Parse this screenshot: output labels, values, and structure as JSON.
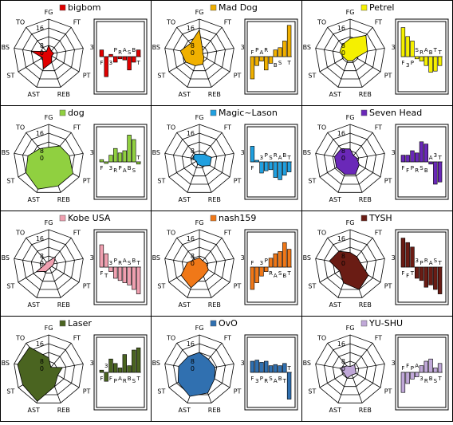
{
  "grid": {
    "columns": 3,
    "rows": 4
  },
  "axis_labels": [
    "FG",
    "FT",
    "3",
    "PT",
    "REB",
    "AST",
    "ST",
    "BS",
    "TO"
  ],
  "radar_ticks": [
    "16",
    "8",
    "0"
  ],
  "chart_data": [
    {
      "type": "radar+bar",
      "title": "bigbom",
      "color": "#e00000",
      "categories": [
        "F",
        "T",
        "3",
        "P",
        "R",
        "A",
        "S",
        "B",
        "T"
      ],
      "radar": [
        0.25,
        0.12,
        0.15,
        0.1,
        0.25,
        0.45,
        0.2,
        0.5,
        0.1
      ],
      "values": [
        0.3,
        -0.9,
        0.1,
        -0.25,
        -0.1,
        -0.15,
        -0.6,
        -0.25,
        0.3
      ],
      "bar_labels": [
        "F",
        "",
        "3",
        "P",
        "R",
        "A",
        "S",
        "B",
        "T"
      ]
    },
    {
      "type": "radar+bar",
      "title": "Mad Dog",
      "color": "#f0b000",
      "categories": [
        "F",
        "T",
        "3",
        "P",
        "R",
        "A",
        "S",
        "B",
        "T"
      ],
      "radar": [
        0.7,
        0.15,
        0.1,
        0.15,
        0.3,
        0.35,
        0.45,
        0.55,
        0.4
      ],
      "values": [
        -1.0,
        -0.4,
        -0.2,
        -0.6,
        -0.3,
        0.3,
        0.4,
        0.7,
        1.4
      ],
      "bar_labels": [
        "F",
        "P",
        "A",
        "R",
        "",
        "B",
        "S",
        "",
        "T"
      ]
    },
    {
      "type": "radar+bar",
      "title": "Petrel",
      "color": "#f5f000",
      "categories": [
        "F",
        "3",
        "P",
        "S",
        "R",
        "A",
        "B",
        "T",
        "T"
      ],
      "radar": [
        0.45,
        0.7,
        0.5,
        0.2,
        0.2,
        0.2,
        0.2,
        0.3,
        0.35
      ],
      "values": [
        1.3,
        0.9,
        0.7,
        -0.1,
        -0.2,
        -0.4,
        -0.7,
        -0.65,
        -0.4
      ],
      "bar_labels": [
        "F",
        "3",
        "P",
        "S",
        "R",
        "A",
        "B",
        "T",
        "T"
      ]
    },
    {
      "type": "radar+bar",
      "title": "dog",
      "color": "#90d040",
      "categories": [
        "F",
        "T",
        "3",
        "R",
        "P",
        "A",
        "B",
        "S",
        "T"
      ],
      "radar": [
        0.35,
        0.5,
        0.6,
        0.8,
        0.8,
        0.9,
        0.75,
        0.6,
        0.4
      ],
      "values": [
        0.1,
        -0.05,
        0.3,
        0.6,
        0.4,
        0.5,
        1.2,
        1.0,
        -0.1
      ],
      "bar_labels": [
        "F",
        "",
        "3",
        "R",
        "P",
        "A",
        "B",
        "S",
        "T"
      ]
    },
    {
      "type": "radar+bar",
      "title": "Magic~Lason",
      "color": "#20a0e0",
      "categories": [
        "F",
        "T",
        "3",
        "P",
        "S",
        "R",
        "A",
        "B",
        "T"
      ],
      "radar": [
        0.15,
        0.2,
        0.35,
        0.35,
        0.2,
        0.15,
        0.1,
        0.2,
        0.2
      ],
      "values": [
        0.7,
        0.0,
        -0.5,
        -0.4,
        -0.35,
        -0.7,
        -0.8,
        -0.6,
        -0.45
      ],
      "bar_labels": [
        "F",
        "",
        "3",
        "P",
        "S",
        "R",
        "A",
        "B",
        "T"
      ]
    },
    {
      "type": "radar+bar",
      "title": "Seven Head",
      "color": "#6a28b8",
      "categories": [
        "F",
        "F",
        "P",
        "R",
        "S",
        "B",
        "A",
        "3",
        "T"
      ],
      "radar": [
        0.3,
        0.15,
        0.2,
        0.3,
        0.45,
        0.45,
        0.45,
        0.45,
        0.4
      ],
      "values": [
        0.3,
        0.3,
        0.5,
        0.4,
        0.9,
        0.8,
        -0.1,
        -1.0,
        -0.9
      ],
      "bar_labels": [
        "F",
        "F",
        "P",
        "R",
        "S",
        "B",
        "A",
        "3",
        "T"
      ]
    },
    {
      "type": "radar+bar",
      "title": "Kobe USA",
      "color": "#f0a0b0",
      "categories": [
        "F",
        "T",
        "3",
        "P",
        "R",
        "A",
        "S",
        "B",
        "T"
      ],
      "radar": [
        0.1,
        0.3,
        0.15,
        0.1,
        0.1,
        0.2,
        0.4,
        0.1,
        0.1
      ],
      "values": [
        1.0,
        0.6,
        -0.2,
        -0.5,
        -0.6,
        -0.7,
        -0.8,
        -1.0,
        -1.2
      ],
      "bar_labels": [
        "F",
        "T",
        "3",
        "P",
        "R",
        "A",
        "S",
        "B",
        "T"
      ]
    },
    {
      "type": "radar+bar",
      "title": "nash159",
      "color": "#f07818",
      "categories": [
        "F",
        "T",
        "3",
        "P",
        "R",
        "A",
        "S",
        "B",
        "T"
      ],
      "radar": [
        0.2,
        0.15,
        0.2,
        0.3,
        0.35,
        0.7,
        0.6,
        0.35,
        0.2
      ],
      "values": [
        -1.0,
        -0.7,
        -0.4,
        -0.2,
        0.4,
        0.6,
        0.7,
        1.1,
        0.8
      ],
      "bar_labels": [
        "F",
        "",
        "3",
        "P",
        "R",
        "A",
        "S",
        "B",
        "T"
      ]
    },
    {
      "type": "radar+bar",
      "title": "TYSH",
      "color": "#6a1c14",
      "categories": [
        "F",
        "F",
        "T",
        "3",
        "P",
        "R",
        "A",
        "S",
        "T"
      ],
      "radar": [
        0.35,
        0.3,
        0.3,
        0.6,
        0.75,
        0.55,
        0.35,
        0.6,
        0.5
      ],
      "values": [
        1.3,
        1.1,
        0.9,
        -0.5,
        -0.6,
        -0.9,
        -0.8,
        -1.0,
        -1.2
      ],
      "bar_labels": [
        "F",
        "F",
        "T",
        "3",
        "P",
        "R",
        "A",
        "S",
        "T"
      ]
    },
    {
      "type": "radar+bar",
      "title": "Laser",
      "color": "#4a6420",
      "categories": [
        "F",
        "3",
        "F",
        "P",
        "A",
        "R",
        "B",
        "S",
        "T"
      ],
      "radar": [
        0.35,
        0.1,
        0.4,
        0.3,
        0.5,
        0.95,
        0.85,
        0.9,
        0.85
      ],
      "values": [
        0.1,
        -0.4,
        0.6,
        0.4,
        0.2,
        0.8,
        0.3,
        1.0,
        1.1
      ],
      "bar_labels": [
        "F",
        "3",
        "F",
        "P",
        "A",
        "R",
        "B",
        "S",
        "T"
      ]
    },
    {
      "type": "radar+bar",
      "title": "OvO",
      "color": "#3070b0",
      "categories": [
        "F",
        "3",
        "P",
        "R",
        "S",
        "A",
        "B",
        "T",
        "T"
      ],
      "radar": [
        0.5,
        0.4,
        0.45,
        0.5,
        0.7,
        0.8,
        0.7,
        0.6,
        0.5
      ],
      "values": [
        0.5,
        0.55,
        0.45,
        0.5,
        0.3,
        0.35,
        0.3,
        0.4,
        -1.2
      ],
      "bar_labels": [
        "F",
        "3",
        "P",
        "R",
        "S",
        "A",
        "B",
        "T",
        "T"
      ]
    },
    {
      "type": "radar+bar",
      "title": "YU-SHU",
      "color": "#c0a8d8",
      "categories": [
        "F",
        "F",
        "P",
        "A",
        "3",
        "R",
        "B",
        "S",
        "T"
      ],
      "radar": [
        0.1,
        0.2,
        0.15,
        0.2,
        0.15,
        0.25,
        0.2,
        0.3,
        0.15
      ],
      "values": [
        -0.9,
        -0.5,
        -0.3,
        -0.2,
        0.3,
        0.5,
        0.6,
        0.2,
        0.4
      ],
      "bar_labels": [
        "F",
        "F",
        "P",
        "A",
        "3",
        "R",
        "B",
        "S",
        "T"
      ]
    }
  ]
}
